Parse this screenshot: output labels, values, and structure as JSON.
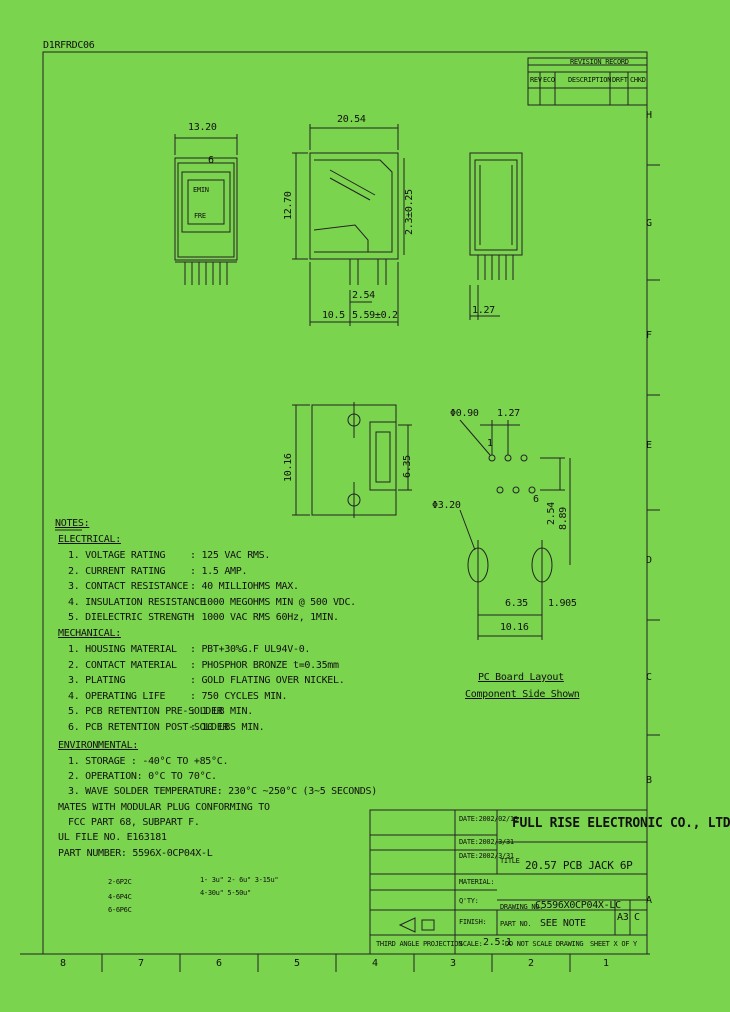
{
  "drawing_id": "D1RFRDC06",
  "revision": {
    "title": "REVISION RECORD",
    "headers": [
      "REV",
      "ECO",
      "DESCRIPTION",
      "DRFT",
      "CHKD"
    ]
  },
  "zone_letters": [
    "H",
    "G",
    "F",
    "E",
    "D",
    "C",
    "B",
    "A"
  ],
  "zone_numbers": [
    "8",
    "7",
    "6",
    "5",
    "4",
    "3",
    "2",
    "1"
  ],
  "front_view": {
    "width": "13.20",
    "pin": "6",
    "text1": "EMIN",
    "text2": "FRE"
  },
  "side_view": {
    "width": "20.54",
    "height": "12.70",
    "offset": "2.3±0.25",
    "pin_dim": "2.54",
    "bottom_left": "10.5",
    "bottom_right": "5.59±0.2"
  },
  "right_view": {
    "pitch": "1.27"
  },
  "top_view": {
    "height": "10.16",
    "inner": "6.35"
  },
  "pcb_layout": {
    "hole_dia": "Φ0.90",
    "pitch": "1.27",
    "pin1": "1",
    "pin6": "6",
    "peg_dia": "Φ3.20",
    "v1": "2.54",
    "v2": "8.89",
    "h1": "6.35",
    "h2": "1.905",
    "h3": "10.16",
    "caption1": "PC Board Layout",
    "caption2": "Component Side Shown"
  },
  "notes": {
    "title": "NOTES:",
    "electrical_title": "ELECTRICAL:",
    "electrical": [
      {
        "label": "1. VOLTAGE RATING",
        "value": ": 125 VAC RMS."
      },
      {
        "label": "2. CURRENT RATING",
        "value": ": 1.5 AMP."
      },
      {
        "label": "3. CONTACT RESISTANCE",
        "value": ": 40 MILLIOHMS MAX."
      },
      {
        "label": "4. INSULATION RESISTANCE",
        "value": ": 1000 MEGOHMS MIN @ 500 VDC."
      },
      {
        "label": "5. DIELECTRIC STRENGTH",
        "value": ": 1000 VAC RMS 60Hz, 1MIN."
      }
    ],
    "mechanical_title": "MECHANICAL:",
    "mechanical": [
      {
        "label": "1. HOUSING MATERIAL",
        "value": ": PBT+30%G.F UL94V-0."
      },
      {
        "label": "2. CONTACT MATERIAL",
        "value": ": PHOSPHOR BRONZE t=0.35mm"
      },
      {
        "label": "3. PLATING",
        "value": ": GOLD FLATING OVER NICKEL."
      },
      {
        "label": "4. OPERATING LIFE",
        "value": ": 750 CYCLES MIN."
      },
      {
        "label": "5. PCB RETENTION PRE-SOLDER",
        "value": ": 1 LB MIN."
      },
      {
        "label": "6. PCB RETENTION POST-SOLDER",
        "value": ": 10 LBS MIN."
      }
    ],
    "environmental_title": "ENVIRONMENTAL:",
    "environmental": [
      "1. STORAGE : -40°C TO +85°C.",
      "2. OPERATION: 0°C TO 70°C.",
      "3. WAVE SOLDER TEMPERATURE: 230°C ~250°C (3~5 SECONDS)"
    ],
    "mates": "MATES WITH MODULAR PLUG CONFORMING TO",
    "fcc": "FCC PART 68, SUBPART F.",
    "ul": "UL FILE NO. E163181",
    "part_number": "PART NUMBER: 5596X-0CP04X-L",
    "opt_left": [
      "2-6P2C",
      "4-6P4C",
      "6-6P6C"
    ],
    "opt_right": [
      "1- 3u\" 2- 6u\" 3-15u\"",
      "4-30u\" 5-50u\""
    ]
  },
  "title_block": {
    "company": "FULL RISE ELECTRONIC CO., LTD",
    "title_label": "TITLE",
    "title": "20.57 PCB JACK 6P",
    "material_label": "MATERIAL:",
    "qty_label": "Q'TY:",
    "finish_label": "FINISH:",
    "drawing_no_label": "DRAWING NO.",
    "drawing_no": "C5596X0CP04X-LC",
    "part_no_label": "PART NO.",
    "part_no": "SEE NOTE",
    "size": "A3",
    "rev": "C",
    "scale_label": "SCALE:",
    "scale": "2.5:1",
    "do_not_scale": "DO NOT SCALE DRAWING",
    "sheet": "SHEET X OF Y",
    "projection": "THIRD ANGLE PROJECTION",
    "dates": [
      "DATE:2002/02/18",
      "DATE:2002/3/31",
      "DATE:2002/3/31"
    ]
  }
}
